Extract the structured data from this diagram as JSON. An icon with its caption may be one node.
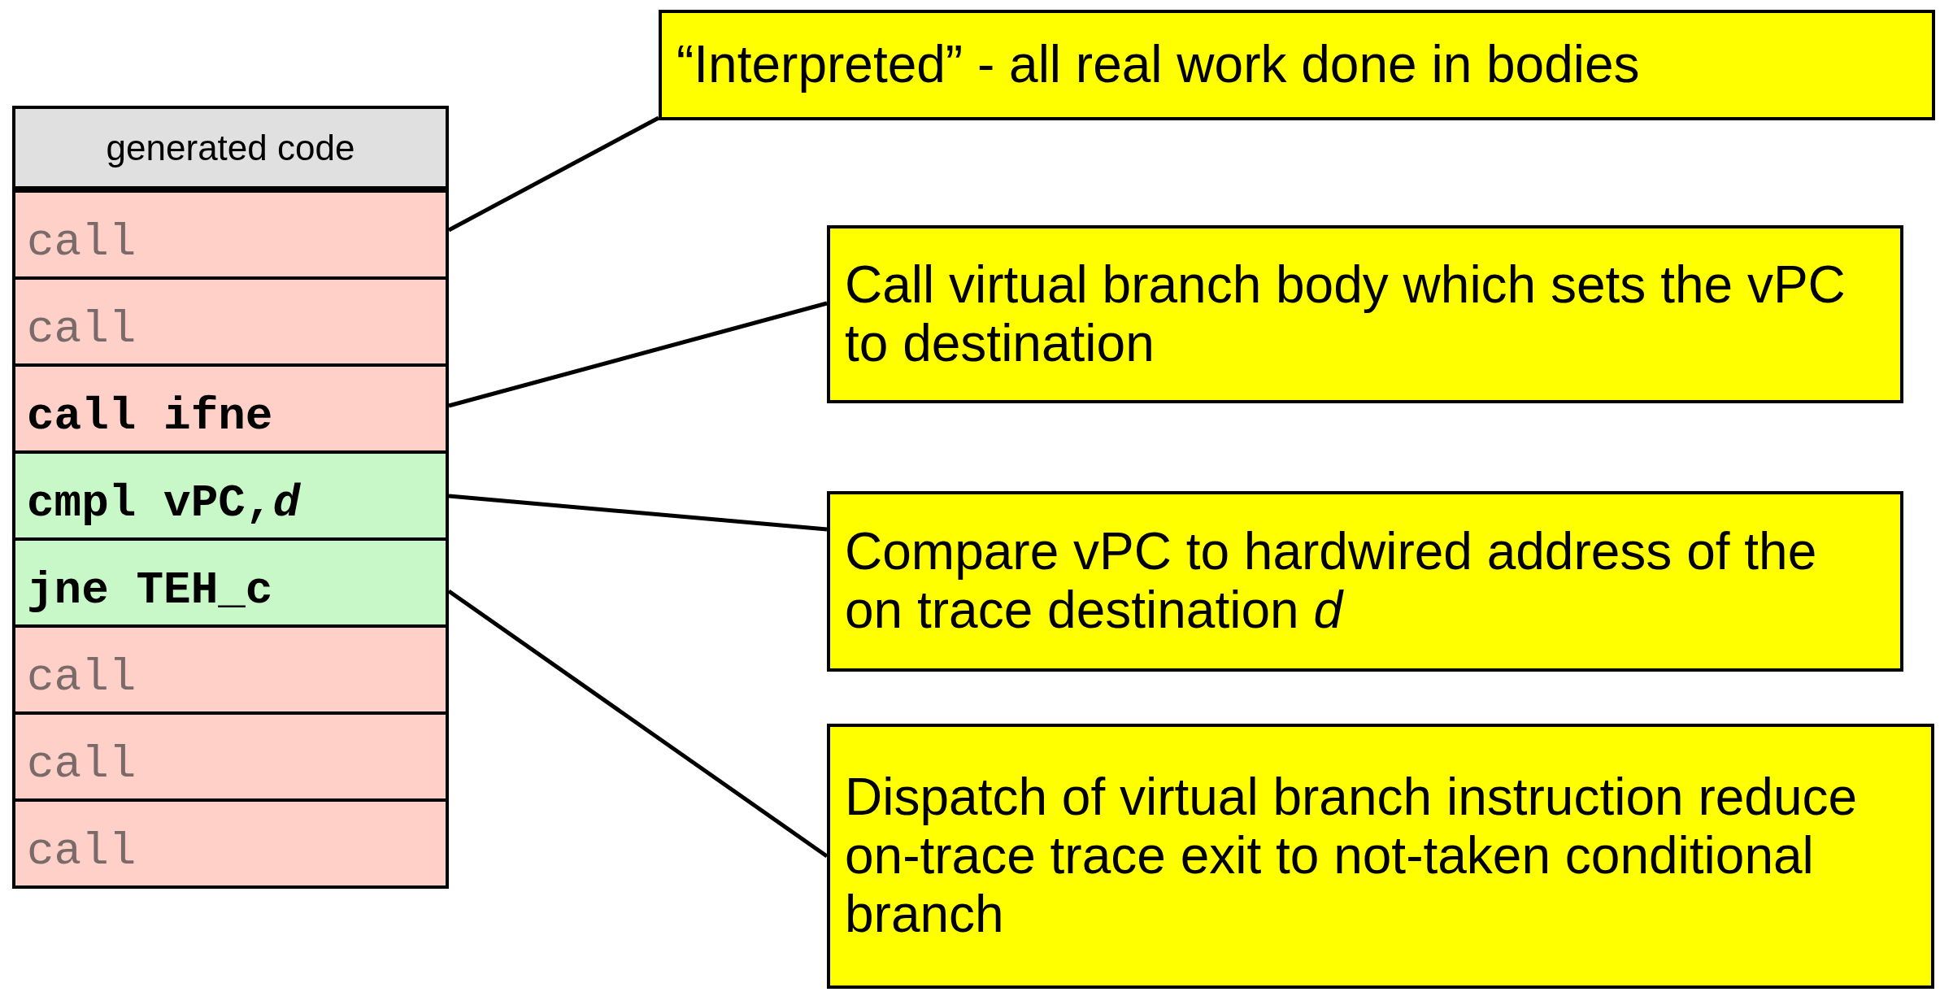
{
  "diagram": {
    "nodes": [
      {
        "text": [
          "generated code"
        ]
      },
      {
        "text": [
          "call"
        ]
      },
      {
        "text": [
          "call"
        ]
      },
      {
        "text": [
          "call ifne"
        ]
      },
      {
        "text": [
          "cmpl vPC,*d*"
        ]
      },
      {
        "text": [
          "jne TEH_c"
        ]
      },
      {
        "text": [
          "call"
        ]
      },
      {
        "text": [
          "call"
        ]
      },
      {
        "text": [
          "call"
        ]
      },
      {
        "text": [
          "“Interpreted” - all real work done in bodies"
        ]
      },
      {
        "text": [
          "Call virtual branch body which sets the vPC to destination"
        ]
      },
      {
        "text": [
          "Compare vPC to hardwired address of the on trace destination *d*"
        ]
      },
      {
        "text": [
          "Dispatch of virtual branch instruction reduce on-trace trace exit to not-taken conditional branch"
        ]
      }
    ],
    "edges": [
      {
        "from": 9,
        "to": 1,
        "arrow": "none"
      },
      {
        "from": 10,
        "to": 3,
        "arrow": "none"
      },
      {
        "from": 11,
        "to": 4,
        "arrow": "none"
      },
      {
        "from": 12,
        "to": 5,
        "arrow": "none"
      }
    ]
  }
}
